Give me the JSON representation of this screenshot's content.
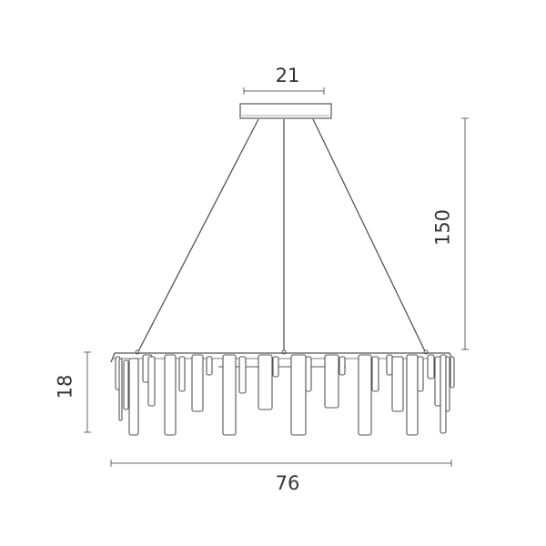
{
  "dimensions": {
    "canopy_width": "21",
    "total_height": "150",
    "fixture_height": "18",
    "fixture_diameter": "76"
  },
  "colors": {
    "line": "#555555",
    "text": "#333333",
    "background": "#ffffff"
  }
}
